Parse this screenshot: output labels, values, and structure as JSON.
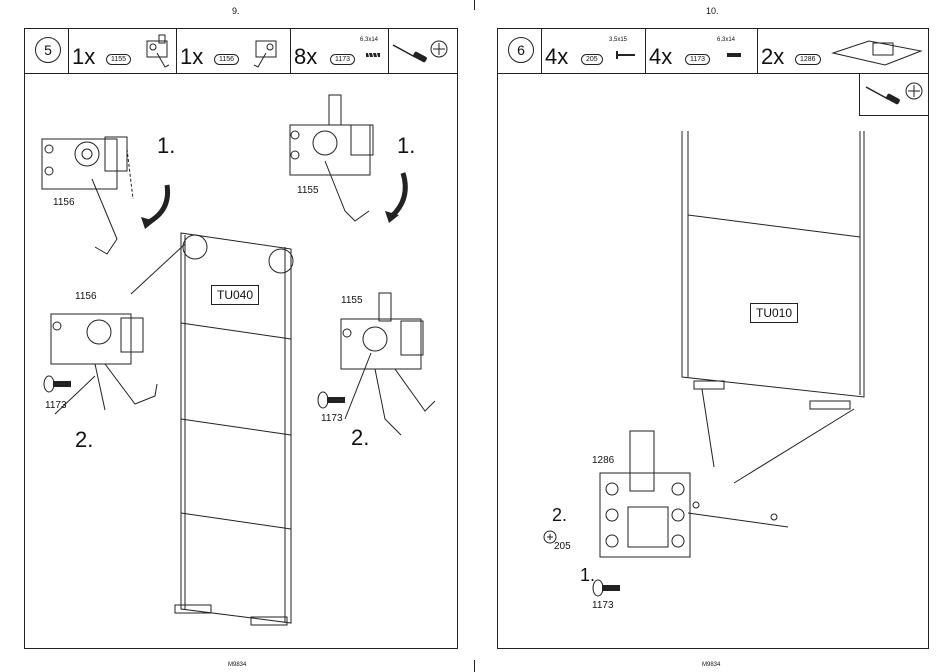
{
  "left_page": {
    "page_number": "9.",
    "footer_code": "M9834",
    "step": "5",
    "parts": [
      {
        "qty": "1x",
        "code": "1155"
      },
      {
        "qty": "1x",
        "code": "1156"
      },
      {
        "qty": "8x",
        "code": "1173",
        "size": "6,3x14"
      }
    ],
    "labels": {
      "part_1156_top": "1156",
      "part_1155_top": "1155",
      "part_1156_mid": "1156",
      "part_1155_mid": "1155",
      "screw_left": "1173",
      "screw_right": "1173",
      "step1_left": "1.",
      "step1_right": "1.",
      "step2_left": "2.",
      "step2_right": "2."
    },
    "board_label": "TU040"
  },
  "right_page": {
    "page_number": "10.",
    "footer_code": "M9834",
    "step": "6",
    "parts": [
      {
        "qty": "4x",
        "code": "205",
        "size": "3,5x15"
      },
      {
        "qty": "4x",
        "code": "1173",
        "size": "6,3x14"
      },
      {
        "qty": "2x",
        "code": "1286"
      }
    ],
    "labels": {
      "bracket": "1286",
      "step2": "2.",
      "screw_205": "205",
      "step1": "1.",
      "screw_1173": "1173"
    },
    "board_label": "TU010"
  }
}
